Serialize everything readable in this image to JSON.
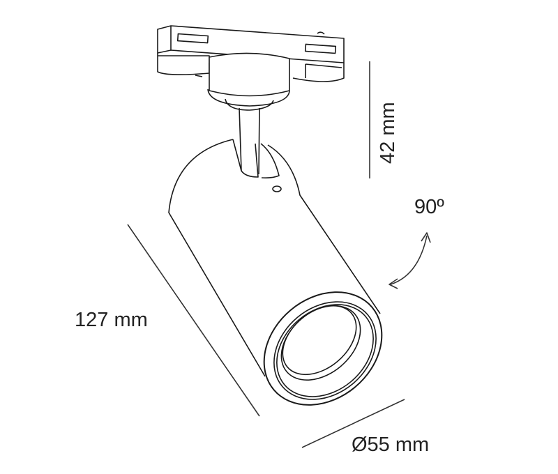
{
  "dimensions": {
    "height_adapter": "42 mm",
    "length": "127 mm",
    "diameter": "Ø55 mm",
    "rotation": "90º"
  },
  "colors": {
    "line": "#1a1a1a",
    "dimension": "#333333",
    "background": "#ffffff"
  }
}
